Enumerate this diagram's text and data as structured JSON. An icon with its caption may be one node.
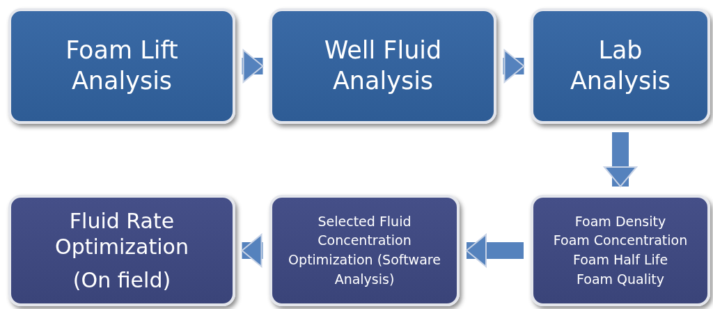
{
  "diagram": {
    "nodes": [
      {
        "text": [
          "Foam Lift Analysis"
        ]
      },
      {
        "text": [
          "Well Fluid Analysis"
        ]
      },
      {
        "text": [
          "Lab Analysis"
        ]
      },
      {
        "text": [
          "Fluid Rate Optimization",
          "(On field)"
        ]
      },
      {
        "text": [
          "Selected Fluid Concentration Optimization (Software Analysis)"
        ]
      },
      {
        "text": [
          "Foam Density",
          "Foam Concentration",
          "Foam Half Life",
          "Foam Quality"
        ]
      }
    ],
    "edges": [
      {
        "from": 0,
        "to": 1,
        "arrow": "to"
      },
      {
        "from": 1,
        "to": 2,
        "arrow": "to"
      },
      {
        "from": 2,
        "to": 5,
        "arrow": "to"
      },
      {
        "from": 5,
        "to": 4,
        "arrow": "to"
      },
      {
        "from": 4,
        "to": 3,
        "arrow": "to"
      }
    ]
  }
}
